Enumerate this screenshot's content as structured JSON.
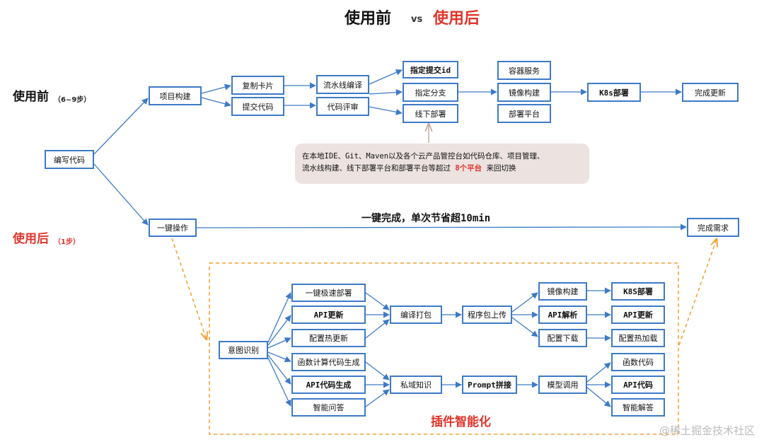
{
  "header": {
    "before": "使用前",
    "vs": "vs",
    "after": "使用后"
  },
  "before": {
    "label": "使用前",
    "steps": "（6~9步）"
  },
  "after": {
    "label": "使用后",
    "steps": "（1步）"
  },
  "nodes": {
    "write_code": "编写代码",
    "project_build": "项目构建",
    "copy_card": "复制卡片",
    "submit_code": "提交代码",
    "pipeline_compile": "流水线编译",
    "code_review": "代码评审",
    "specify_commit": "指定提交id",
    "specify_branch": "指定分支",
    "offline_deploy": "线下部署",
    "container_service": "容器服务",
    "image_build": "镜像构建",
    "deploy_platform": "部署平台",
    "k8s_deploy": "K8s部署",
    "complete_update": "完成更新",
    "one_click": "一键操作",
    "complete_req": "完成需求",
    "intent": "意图识别",
    "fast_deploy": "一键极速部署",
    "api_update": "API更新",
    "config_hot_update": "配置热更新",
    "func_code_gen": "函数计算代码生成",
    "api_code_gen": "API代码生成",
    "smart_qa": "智能问答",
    "compile_pack": "编译打包",
    "private_knowledge": "私域知识",
    "upload_pkg": "程序包上传",
    "prompt_concat": "Prompt拼接",
    "image_build2": "镜像构建",
    "api_parse": "API解析",
    "config_download": "配置下载",
    "model_call": "模型调用",
    "k8s_deploy2": "K8S部署",
    "api_update2": "API更新",
    "config_hot_load": "配置热加载",
    "func_code": "函数代码",
    "api_code": "API代码",
    "smart_answer": "智能解答"
  },
  "note": {
    "line1": "在本地IDE、Git、Maven以及各个云产品管控台如代码仓库、项目管理、",
    "line2_pre": "流水线构建、线下部署平台和部署平台等超过 ",
    "line2_hl": "8个平台",
    "line2_post": " 来回切换"
  },
  "one_click_text": "一键完成，单次节省超10min",
  "plugin_label": "插件智能化",
  "watermark": "@稀土掘金技术社区",
  "colors": {
    "box_border": "#3d7ac7",
    "arrow": "#3d7ac7",
    "dashed": "#f0a030",
    "red": "#e0352b",
    "note_bg": "#ece2e0"
  }
}
